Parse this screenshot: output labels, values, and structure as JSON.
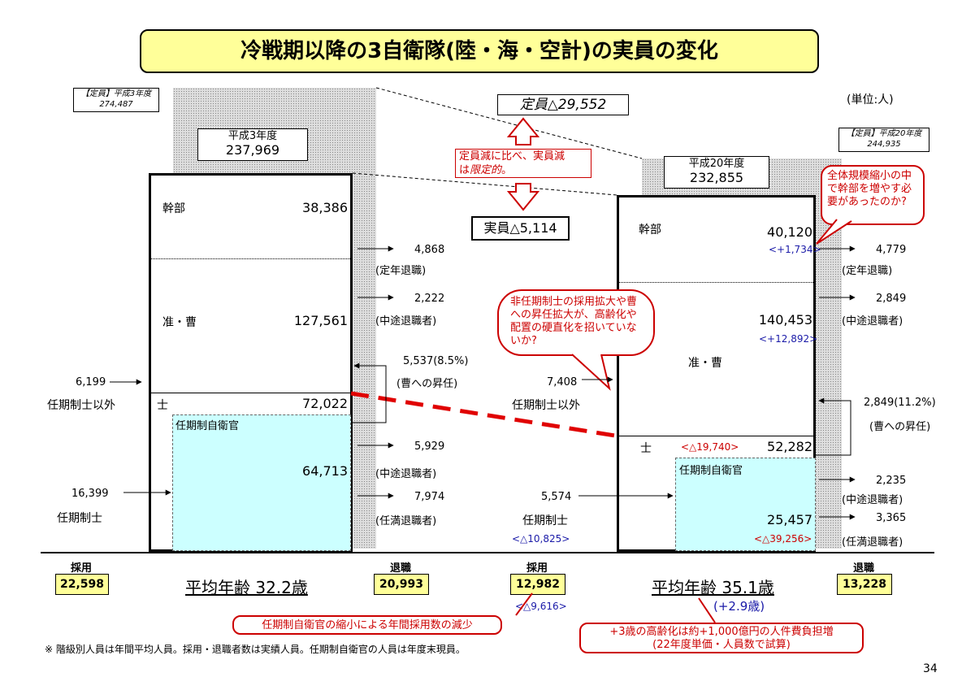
{
  "title": "冷戦期以降の3自衛隊(陸・海・空計)の実員の変化",
  "unit": "(単位:人)",
  "page_number": "34",
  "footnote": "※ 階級別人員は年間平均人員。採用・退職者数は実績人員。任期制自衛官の人員は年度末現員。",
  "left": {
    "quota_label": "【定員】平成3年度",
    "quota_value": "274,487",
    "year_label": "平成3年度",
    "total": "237,969",
    "kanbu_label": "幹部",
    "kanbu_value": "38,386",
    "junso_label": "准・曹",
    "junso_value": "127,561",
    "shi_label": "士",
    "shi_value": "72,022",
    "ninki_box_label": "任期制自衛官",
    "ninki_value": "64,713",
    "in_non_value": "6,199",
    "in_non_label": "任期制士以外",
    "in_ninki_value": "16,399",
    "in_ninki_label": "任期制士",
    "out": [
      {
        "value": "4,868",
        "label": "(定年退職)"
      },
      {
        "value": "2,222",
        "label": "(中途退職者)"
      },
      {
        "value": "5,537(8.5%)",
        "label": "(曹への昇任)"
      },
      {
        "value": "5,929",
        "label": "(中途退職者)"
      },
      {
        "value": "7,974",
        "label": "(任満退職者)"
      }
    ],
    "hire_label": "採用",
    "hire_value": "22,598",
    "retire_label": "退職",
    "retire_value": "20,993",
    "avg_age": "平均年齢 32.2歳"
  },
  "right": {
    "quota_label": "【定員】平成20年度",
    "quota_value": "244,935",
    "year_label": "平成20年度",
    "total": "232,855",
    "kanbu_label": "幹部",
    "kanbu_value": "40,120",
    "kanbu_change": "<+1,734>",
    "junso_value": "140,453",
    "junso_change": "<+12,892>",
    "junso_label": "准・曹",
    "shi_label": "士",
    "shi_change": "<△19,740>",
    "shi_value": "52,282",
    "ninki_box_label": "任期制自衛官",
    "ninki_value": "25,457",
    "ninki_change": "<△39,256>",
    "in_non_value": "7,408",
    "in_non_label": "任期制士以外",
    "in_ninki_value": "5,574",
    "in_ninki_label": "任期制士",
    "in_ninki_change": "<△10,825>",
    "out": [
      {
        "value": "4,779",
        "label": "(定年退職)"
      },
      {
        "value": "2,849",
        "label": "(中途退職者)"
      },
      {
        "value": "2,849(11.2%)",
        "label": "(曹への昇任)"
      },
      {
        "value": "2,235",
        "label": "(中途退職者)"
      },
      {
        "value": "3,365",
        "label": "(任満退職者)"
      }
    ],
    "hire_label": "採用",
    "hire_value": "12,982",
    "hire_change": "<△9,616>",
    "retire_label": "退職",
    "retire_value": "13,228",
    "avg_age": "平均年齢 35.1歳",
    "avg_change": "(+2.9歳)"
  },
  "middle": {
    "quota_change": "定員△29,552",
    "actual_change": "実員△5,114",
    "callout_limited_1": "定員減に比べ、実員減",
    "callout_limited_2": "は",
    "callout_limited_3": "限定的",
    "callout_limited_4": "。"
  },
  "callouts": {
    "cadre": "全体規模縮小の中で幹部を増やす必要があったのか?",
    "rigid": "非任期制士の採用拡大や曹への昇任拡大が、高齢化や配置の硬直化を招いていないか?",
    "recruit": "任期制自衛官の縮小による年間採用数の減少",
    "cost_1": "+3歳の高齢化は約+1,000億円の人件費負担増",
    "cost_2": "(22年度単価・人員数で試算)"
  },
  "colors": {
    "title_bg": "#ffff99",
    "ninki_bg": "#ccffff",
    "callout_red": "#cc0000",
    "change_blue": "#1a1aa8"
  }
}
